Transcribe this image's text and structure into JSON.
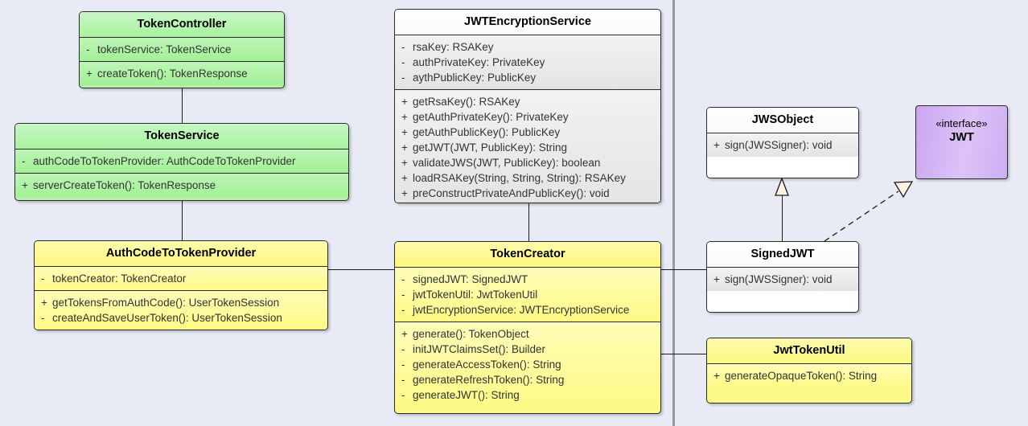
{
  "diagram": {
    "type": "uml-class-diagram",
    "background_color": "#e8ebf5",
    "divider_color": "#999999"
  },
  "classes": [
    {
      "id": "token-controller",
      "name": "TokenController",
      "color": "#b4f2ab",
      "attributes": [
        {
          "visibility": "-",
          "text": "tokenService: TokenService"
        }
      ],
      "methods": [
        {
          "visibility": "+",
          "text": "createToken(): TokenResponse"
        }
      ]
    },
    {
      "id": "token-service",
      "name": "TokenService",
      "color": "#b4f2ab",
      "attributes": [
        {
          "visibility": "-",
          "text": "authCodeToTokenProvider: AuthCodeToTokenProvider"
        }
      ],
      "methods": [
        {
          "visibility": "+",
          "text": "serverCreateToken(): TokenResponse"
        }
      ]
    },
    {
      "id": "auth-code-to-token-provider",
      "name": "AuthCodeToTokenProvider",
      "color": "#fdfa8a",
      "attributes": [
        {
          "visibility": "-",
          "text": "tokenCreator: TokenCreator"
        }
      ],
      "methods": [
        {
          "visibility": "+",
          "text": "getTokensFromAuthCode(): UserTokenSession"
        },
        {
          "visibility": "-",
          "text": "createAndSaveUserToken(): UserTokenSession"
        }
      ]
    },
    {
      "id": "jwt-encryption-service",
      "name": "JWTEncryptionService",
      "color": "#ffffff",
      "attributes": [
        {
          "visibility": "-",
          "text": "rsaKey: RSAKey"
        },
        {
          "visibility": "-",
          "text": "authPrivateKey: PrivateKey"
        },
        {
          "visibility": "-",
          "text": "aythPublicKey: PublicKey"
        }
      ],
      "methods": [
        {
          "visibility": "+",
          "text": "getRsaKey(): RSAKey"
        },
        {
          "visibility": "+",
          "text": "getAuthPrivateKey(): PrivateKey"
        },
        {
          "visibility": "+",
          "text": "getAuthPublicKey(): PublicKey"
        },
        {
          "visibility": "+",
          "text": "getJWT(JWT, PublicKey): String"
        },
        {
          "visibility": "+",
          "text": "validateJWS(JWT, PublicKey): boolean"
        },
        {
          "visibility": "+",
          "text": "loadRSAKey(String, String, String): RSAKey"
        },
        {
          "visibility": "+",
          "text": "preConstructPrivateAndPublicKey(): void"
        }
      ]
    },
    {
      "id": "token-creator",
      "name": "TokenCreator",
      "color": "#fdfa8a",
      "attributes": [
        {
          "visibility": "-",
          "text": "signedJWT: SignedJWT"
        },
        {
          "visibility": "-",
          "text": "jwtTokenUtil: JwtTokenUtil"
        },
        {
          "visibility": "-",
          "text": "jwtEncryptionService: JWTEncryptionService"
        }
      ],
      "methods": [
        {
          "visibility": "+",
          "text": "generate(): TokenObject"
        },
        {
          "visibility": "-",
          "text": "initJWTClaimsSet(): Builder"
        },
        {
          "visibility": "-",
          "text": "generateAccessToken(): String"
        },
        {
          "visibility": "-",
          "text": "generateRefreshToken(): String"
        },
        {
          "visibility": "-",
          "text": "generateJWT(): String"
        }
      ]
    },
    {
      "id": "jws-object",
      "name": "JWSObject",
      "color": "#ffffff",
      "attributes": [],
      "methods": [
        {
          "visibility": "+",
          "text": "sign(JWSSigner): void"
        }
      ]
    },
    {
      "id": "jwt-interface",
      "name": "JWT",
      "stereotype": "«interface»",
      "color": "#cdaef2",
      "attributes": [],
      "methods": []
    },
    {
      "id": "signed-jwt",
      "name": "SignedJWT",
      "color": "#ffffff",
      "attributes": [],
      "methods": [
        {
          "visibility": "+",
          "text": "sign(JWSSigner): void"
        }
      ]
    },
    {
      "id": "jwt-token-util",
      "name": "JwtTokenUtil",
      "color": "#fdfa8a",
      "attributes": [],
      "methods": [
        {
          "visibility": "+",
          "text": "generateOpaqueToken(): String"
        }
      ]
    }
  ],
  "relationships": [
    {
      "from": "token-controller",
      "to": "token-service",
      "kind": "association"
    },
    {
      "from": "token-service",
      "to": "auth-code-to-token-provider",
      "kind": "association"
    },
    {
      "from": "auth-code-to-token-provider",
      "to": "token-creator",
      "kind": "association"
    },
    {
      "from": "jwt-encryption-service",
      "to": "token-creator",
      "kind": "association"
    },
    {
      "from": "token-creator",
      "to": "signed-jwt",
      "kind": "association"
    },
    {
      "from": "token-creator",
      "to": "jwt-token-util",
      "kind": "association"
    },
    {
      "from": "signed-jwt",
      "to": "jws-object",
      "kind": "generalization"
    },
    {
      "from": "signed-jwt",
      "to": "jwt-interface",
      "kind": "realization"
    }
  ]
}
